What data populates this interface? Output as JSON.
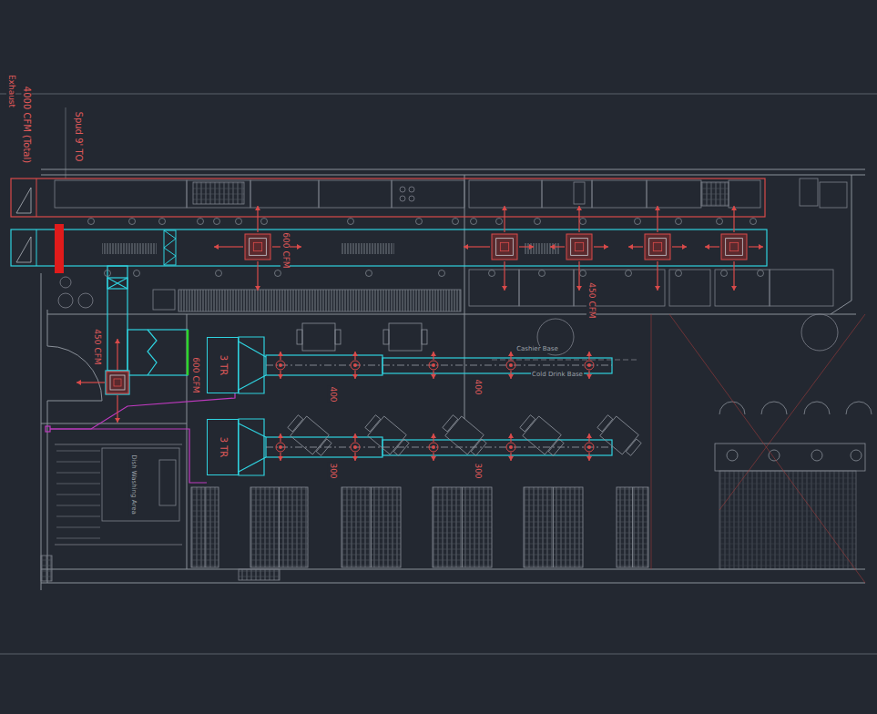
{
  "diagram": {
    "nodes": [
      {
        "text": [
          "3 TR"
        ]
      },
      {
        "text": [
          "3 TR"
        ]
      }
    ],
    "labels": [
      "4000 CFM (Total)",
      "Exhaust",
      "Spud 9' TO",
      "600 CFM",
      "450 CFM",
      "450 CFM",
      "600 CFM",
      "400",
      "400",
      "300",
      "300",
      "Dish Washing Area",
      "Cashier Base",
      "Cold Drink Base"
    ]
  }
}
